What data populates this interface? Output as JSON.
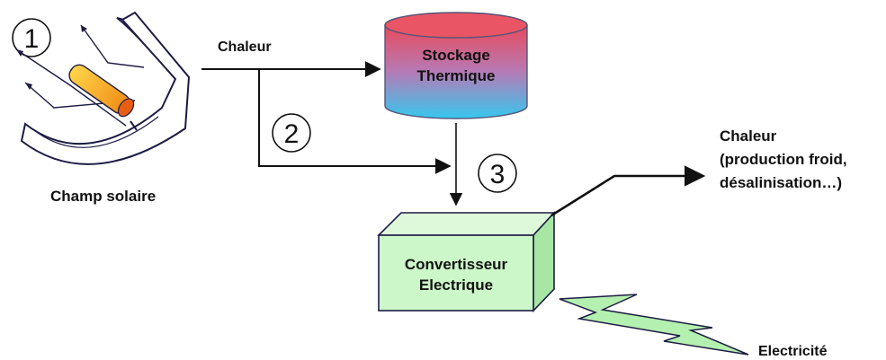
{
  "markers": [
    "1",
    "2",
    "3"
  ],
  "labels": {
    "solar_field": "Champ solaire",
    "heat_flow": "Chaleur",
    "storage_line1": "Stockage",
    "storage_line2": "Thermique",
    "converter_line1": "Convertisseur",
    "converter_line2": "Electrique",
    "heat_out_line1": "Chaleur",
    "heat_out_line2": "(production froid,",
    "heat_out_line3": "désalinisation…)",
    "electricity": "Electricité"
  },
  "colors": {
    "storage_top": "#e94a5b",
    "storage_mid": "#b67ab5",
    "storage_bottom": "#36c7ef",
    "converter_fill": "#ccf7c8",
    "converter_side": "#a8e6a3",
    "converter_top": "#def9da",
    "lightning_fill": "#b4f0b0",
    "receiver_tube": "#f4a21a",
    "receiver_end": "#e85d12",
    "collector_fill": "#ffffff",
    "stroke": "#1c1c44"
  }
}
